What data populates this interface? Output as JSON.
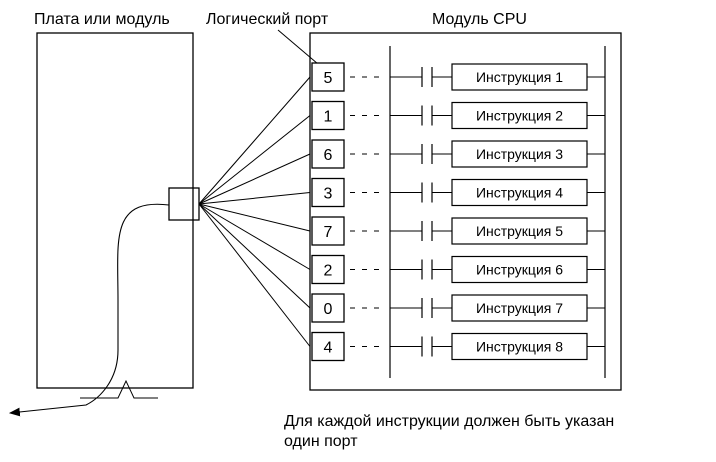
{
  "labels": {
    "board_module": "Плата или модуль",
    "logical_port": "Логический порт",
    "cpu_module": "Модуль CPU"
  },
  "rows": [
    {
      "port": "5",
      "instruction": "Инструкция 1"
    },
    {
      "port": "1",
      "instruction": "Инструкция 2"
    },
    {
      "port": "6",
      "instruction": "Инструкция 3"
    },
    {
      "port": "3",
      "instruction": "Инструкция 4"
    },
    {
      "port": "7",
      "instruction": "Инструкция 5"
    },
    {
      "port": "2",
      "instruction": "Инструкция 6"
    },
    {
      "port": "0",
      "instruction": "Инструкция 7"
    },
    {
      "port": "4",
      "instruction": "Инструкция 8"
    }
  ],
  "note": {
    "line1": "Для каждой инструкции должен быть указан",
    "line2": "один порт"
  }
}
